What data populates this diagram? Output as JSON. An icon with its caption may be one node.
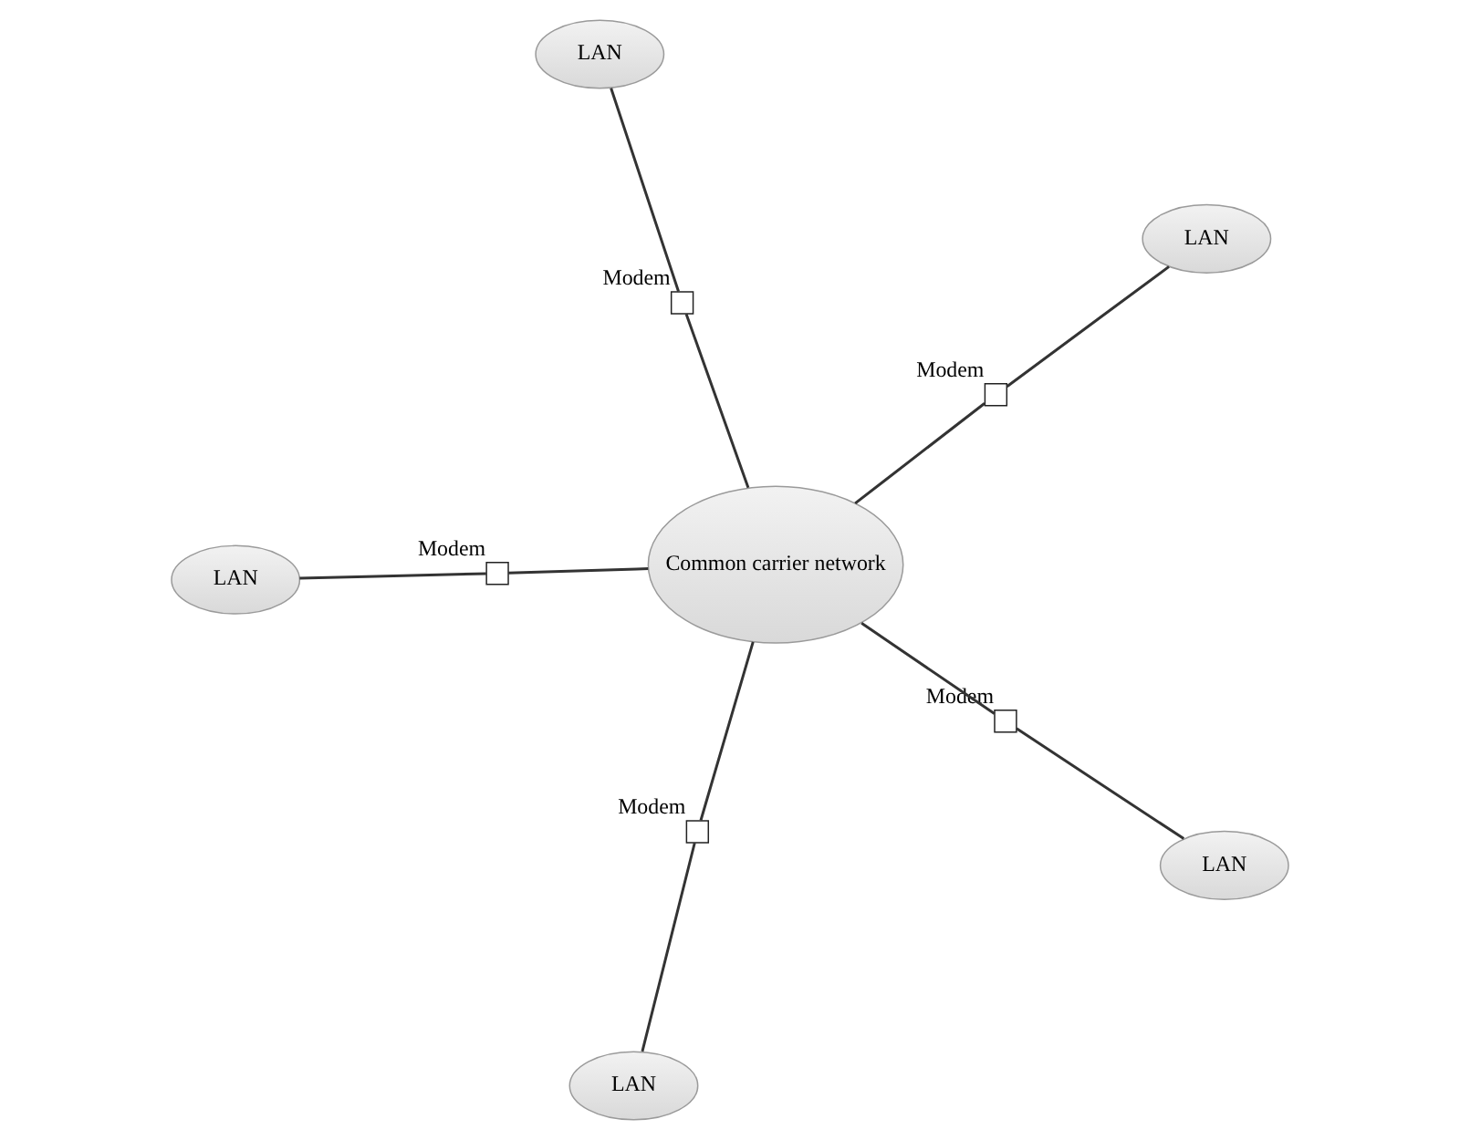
{
  "diagram": {
    "nodes": [
      {
        "text": [
          "Common carrier network"
        ]
      },
      {
        "text": [
          "LAN"
        ]
      },
      {
        "text": [],
        "shape": "box",
        "beside": [
          "Modem"
        ]
      },
      {
        "text": [
          "LAN"
        ]
      },
      {
        "text": [],
        "shape": "box",
        "beside": [
          "Modem"
        ]
      },
      {
        "text": [
          "LAN"
        ]
      },
      {
        "text": [],
        "shape": "box",
        "beside": [
          "Modem"
        ]
      },
      {
        "text": [
          "LAN"
        ]
      },
      {
        "text": [],
        "shape": "box",
        "beside": [
          "Modem"
        ]
      },
      {
        "text": [
          "LAN"
        ]
      },
      {
        "text": [],
        "shape": "box",
        "beside": [
          "Modem"
        ]
      }
    ],
    "edges": [
      {
        "from": 1,
        "to": 2,
        "arrow": "none"
      },
      {
        "from": 2,
        "to": 0,
        "arrow": "none"
      },
      {
        "from": 3,
        "to": 4,
        "arrow": "none"
      },
      {
        "from": 4,
        "to": 0,
        "arrow": "none"
      },
      {
        "from": 5,
        "to": 6,
        "arrow": "none"
      },
      {
        "from": 6,
        "to": 0,
        "arrow": "none"
      },
      {
        "from": 7,
        "to": 8,
        "arrow": "none"
      },
      {
        "from": 8,
        "to": 0,
        "arrow": "none"
      },
      {
        "from": 9,
        "to": 10,
        "arrow": "none"
      },
      {
        "from": 10,
        "to": 0,
        "arrow": "none"
      }
    ]
  }
}
